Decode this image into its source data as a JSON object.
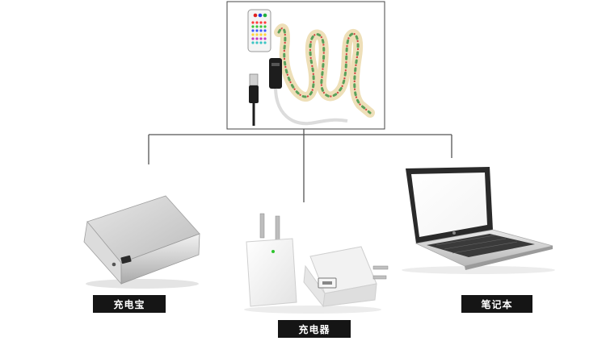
{
  "products": {
    "top": {
      "name": "led-strip-kit"
    },
    "devices": [
      {
        "label": "充电宝",
        "icon": "power-bank-icon"
      },
      {
        "label": "充电器",
        "icon": "usb-charger-icon"
      },
      {
        "label": "笔记本",
        "icon": "laptop-icon"
      }
    ]
  },
  "colors": {
    "line": "#555555",
    "label_bg": "#151515",
    "label_text": "#ffffff"
  }
}
